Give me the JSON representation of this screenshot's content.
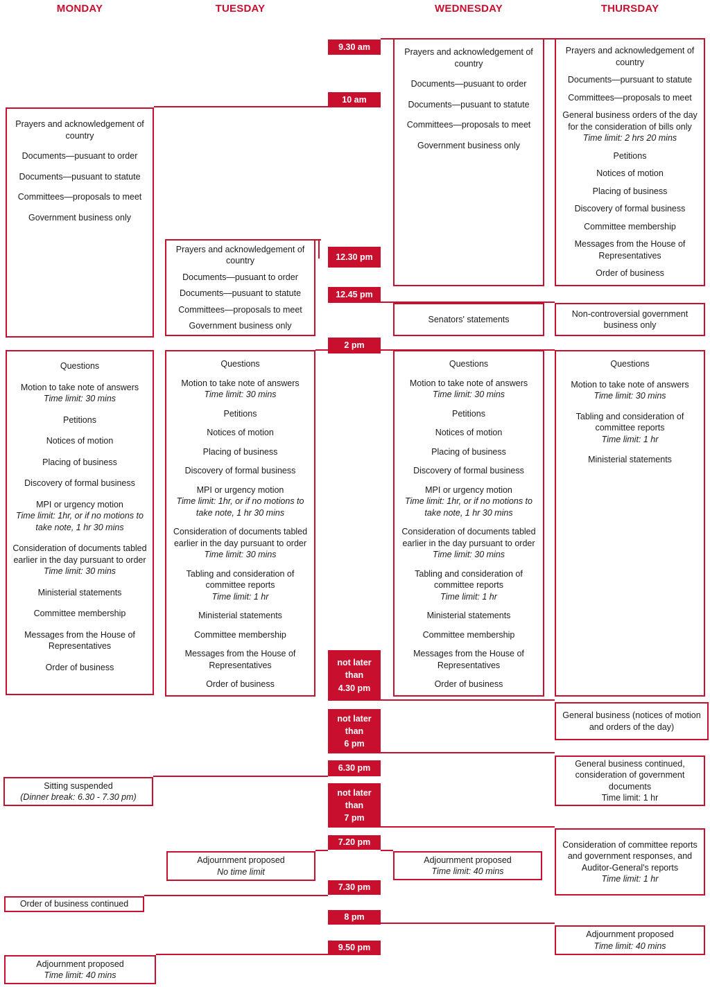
{
  "headers": {
    "monday": "MONDAY",
    "tuesday": "TUESDAY",
    "wednesday": "WEDNESDAY",
    "thursday": "THURSDAY"
  },
  "colors": {
    "accent": "#c8102e",
    "text": "#1b1b1b"
  },
  "badges": {
    "t930": "9.30 am",
    "t1000": "10 am",
    "t1230": "12.30 pm",
    "t1245": "12.45 pm",
    "t1400": "2 pm",
    "t1630": "not later\nthan\n4.30 pm",
    "t1800": "not later\nthan\n6 pm",
    "t1830": "6.30 pm",
    "t1900": "not later\nthan\n7 pm",
    "t1920": "7.20 pm",
    "t1930": "7.30 pm",
    "t2000": "8 pm",
    "t2150": "9.50 pm"
  },
  "boxes": {
    "monday_am": {
      "items": [
        {
          "text": "Prayers and acknowledgement of country"
        },
        {
          "text": "Documents—pusuant to order"
        },
        {
          "text": "Documents—pusuant to statute"
        },
        {
          "text": "Committees—proposals to meet"
        },
        {
          "text": "Government business only"
        }
      ]
    },
    "tuesday_midday": {
      "items": [
        {
          "text": "Prayers and acknowledgement of country"
        },
        {
          "text": "Documents—pusuant to order"
        },
        {
          "text": "Documents—pusuant to statute"
        },
        {
          "text": "Committees—proposals to meet"
        },
        {
          "text": "Government business only"
        }
      ]
    },
    "wednesday_am": {
      "items": [
        {
          "text": "Prayers and acknowledgement of country"
        },
        {
          "text": "Documents—pusuant to order"
        },
        {
          "text": "Documents—pusuant to statute"
        },
        {
          "text": "Committees—proposals to meet"
        },
        {
          "text": "Government business only"
        }
      ]
    },
    "thursday_am": {
      "items": [
        {
          "text": "Prayers and acknowledgement of country"
        },
        {
          "text": "Documents—pursuant to statute"
        },
        {
          "text": "Committees—proposals to meet"
        },
        {
          "text": "General business orders of the day for the consideration of bills only",
          "limit": "Time limit: 2 hrs 20 mins"
        },
        {
          "text": "Petitions"
        },
        {
          "text": "Notices of motion"
        },
        {
          "text": "Placing of business"
        },
        {
          "text": "Discovery of formal business"
        },
        {
          "text": "Committee membership"
        },
        {
          "text": "Messages from the House of Representatives"
        },
        {
          "text": "Order of business"
        }
      ]
    },
    "wednesday_senators": {
      "items": [
        {
          "text": "Senators' statements"
        }
      ]
    },
    "thursday_noncontroversial": {
      "items": [
        {
          "text": "Non-controversial government business only"
        }
      ]
    },
    "monday_pm": {
      "items": [
        {
          "text": "Questions"
        },
        {
          "text": "Motion to take note of answers",
          "limit": "Time limit: 30 mins"
        },
        {
          "text": "Petitions"
        },
        {
          "text": "Notices of motion"
        },
        {
          "text": "Placing of business"
        },
        {
          "text": "Discovery of formal business"
        },
        {
          "text": "MPI or urgency motion",
          "limit": "Time limit: 1hr, or if no motions to take note, 1 hr 30 mins"
        },
        {
          "text": "Consideration of documents tabled earlier in the day pursuant to order",
          "limit": "Time limit: 30 mins"
        },
        {
          "text": "Ministerial statements"
        },
        {
          "text": "Committee membership"
        },
        {
          "text": "Messages from the House of Representatives"
        },
        {
          "text": "Order of business"
        }
      ]
    },
    "tuesday_pm": {
      "items": [
        {
          "text": "Questions"
        },
        {
          "text": "Motion to take note of answers",
          "limit": "Time limit: 30 mins"
        },
        {
          "text": "Petitions"
        },
        {
          "text": "Notices of motion"
        },
        {
          "text": "Placing of business"
        },
        {
          "text": "Discovery of formal business"
        },
        {
          "text": "MPI or urgency motion",
          "limit": "Time limit: 1hr, or if no motions to take note, 1 hr 30 mins"
        },
        {
          "text": "Consideration of documents tabled earlier in the day pursuant to order",
          "limit": "Time limit: 30 mins"
        },
        {
          "text": "Tabling and consideration of committee reports",
          "limit": "Time limit: 1 hr"
        },
        {
          "text": "Ministerial statements"
        },
        {
          "text": "Committee membership"
        },
        {
          "text": "Messages from the House of Representatives"
        },
        {
          "text": "Order of business"
        }
      ]
    },
    "wednesday_pm": {
      "items": [
        {
          "text": "Questions"
        },
        {
          "text": "Motion to take note of answers",
          "limit": "Time limit: 30 mins"
        },
        {
          "text": "Petitions"
        },
        {
          "text": "Notices of motion"
        },
        {
          "text": "Placing of business"
        },
        {
          "text": "Discovery of formal business"
        },
        {
          "text": "MPI or urgency motion",
          "limit": "Time limit: 1hr, or if no motions to take note, 1 hr 30 mins"
        },
        {
          "text": "Consideration of documents tabled earlier in the day pursuant to order",
          "limit": "Time limit: 30 mins"
        },
        {
          "text": "Tabling and consideration of committee reports",
          "limit": "Time limit: 1 hr"
        },
        {
          "text": "Ministerial statements"
        },
        {
          "text": "Committee membership"
        },
        {
          "text": "Messages from the House of Representatives"
        },
        {
          "text": "Order of business"
        }
      ]
    },
    "thursday_pm": {
      "items": [
        {
          "text": "Questions"
        },
        {
          "text": "Motion to take note of answers",
          "limit": "Time limit: 30 mins"
        },
        {
          "text": "Tabling and consideration of committee reports",
          "limit": "Time limit: 1 hr"
        },
        {
          "text": "Ministerial statements"
        }
      ]
    },
    "thursday_general_business": {
      "items": [
        {
          "text": "General business (notices of motion and orders of the day)"
        }
      ]
    },
    "thursday_general_business_continued": {
      "items": [
        {
          "text": "General business continued, consideration of government documents",
          "note": "Time limit: 1 hr"
        }
      ]
    },
    "monday_sitting_suspended": {
      "items": [
        {
          "text": "Sitting suspended",
          "limit": "(Dinner break: 6.30 - 7.30 pm)"
        }
      ]
    },
    "thursday_committee_reports": {
      "items": [
        {
          "text": "Consideration of committee reports and government responses, and Auditor-General's reports",
          "limit": "Time limit: 1 hr"
        }
      ]
    },
    "tuesday_adjournment": {
      "items": [
        {
          "text": "Adjournment proposed",
          "limit": "No time limit"
        }
      ]
    },
    "wednesday_adjournment": {
      "items": [
        {
          "text": "Adjournment proposed",
          "limit": "Time limit: 40 mins"
        }
      ]
    },
    "monday_order_continued": {
      "items": [
        {
          "text": "Order of business continued"
        }
      ]
    },
    "thursday_adjournment": {
      "items": [
        {
          "text": "Adjournment proposed",
          "limit": "Time limit: 40 mins"
        }
      ]
    },
    "monday_adjournment": {
      "items": [
        {
          "text": "Adjournment proposed",
          "limit": "Time limit: 40 mins"
        }
      ]
    }
  }
}
